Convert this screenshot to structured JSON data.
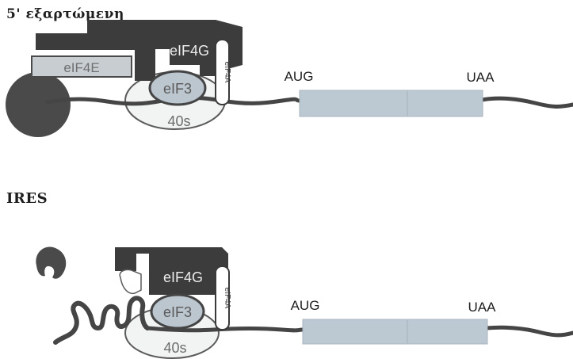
{
  "panels": [
    {
      "title": "5' εξαρτώμενη",
      "factors": {
        "eif4e": "eIF4E",
        "eif4g": "eIF4G",
        "eif3": "eIF3",
        "ribosome": "40s",
        "eif4a": "eIF4A"
      },
      "codons": {
        "start": "AUG",
        "stop": "UAA"
      }
    },
    {
      "title": "IRES",
      "factors": {
        "eif4g": "eIF4G",
        "eif3": "eIF3",
        "ribosome": "40s",
        "eif4a": "eIF4A"
      },
      "codons": {
        "start": "AUG",
        "stop": "UAA"
      }
    }
  ],
  "colors": {
    "mrna": "#454545",
    "cap": "#4a4a4a",
    "eif4g": "#3c3c3c",
    "eif4e": "#c8cdd2",
    "eif3": "#bcc6cf",
    "ribosome": "#f2f4f4",
    "cds": "#bcc8d2"
  }
}
